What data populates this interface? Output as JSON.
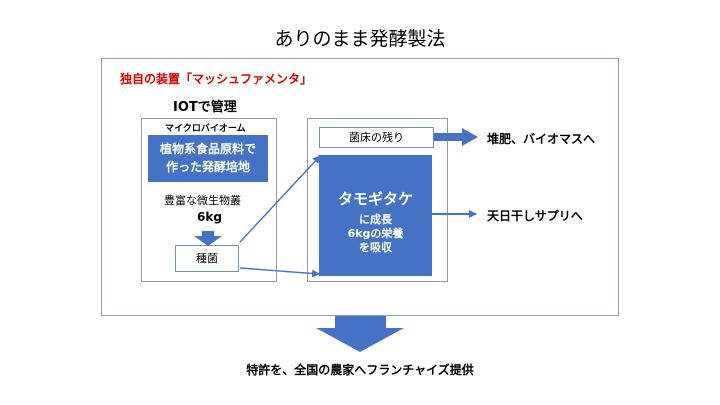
{
  "title": "ありのまま発酵製法",
  "device_label": "独自の装置「マッシュファメンタ」",
  "iot_label": "IOTで管理",
  "left_panel": {
    "header": "マイクロバイオーム",
    "medium_lines": [
      "植物系食品原料で",
      "作った発酵培地"
    ],
    "rich_label": "豊富な微生物叢",
    "weight": "6kg",
    "seed_label": "種菌"
  },
  "right_panel": {
    "bed_label": "菌床の残り",
    "mushroom_title": "タモギタケ",
    "mushroom_lines": [
      "に成長",
      "6kgの栄養",
      "を吸収"
    ]
  },
  "outputs": [
    "堆肥、バイオマスへ",
    "天日干しサプリへ"
  ],
  "bottom_text": "特許を、全国の農家へフランチャイズ提供",
  "colors": {
    "blue": "#4472c4",
    "red": "#e00000",
    "border": "#8fa3bd"
  }
}
